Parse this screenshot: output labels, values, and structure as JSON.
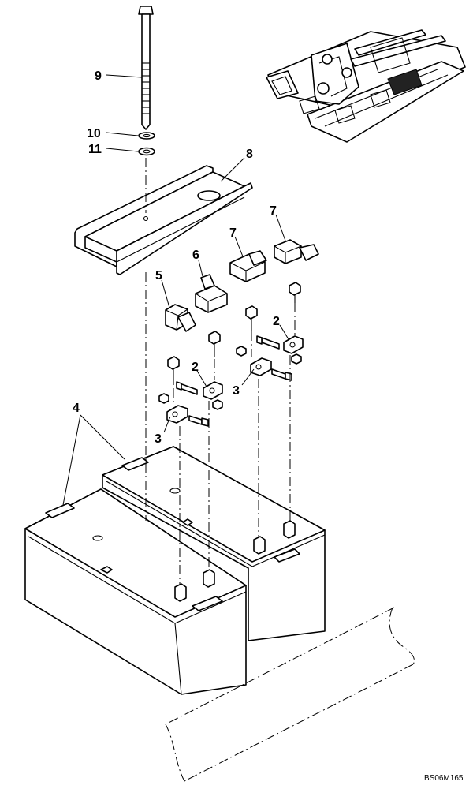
{
  "callouts": {
    "c2a": "2",
    "c2b": "2",
    "c3a": "3",
    "c3b": "3",
    "c4": "4",
    "c5": "5",
    "c6": "6",
    "c7a": "7",
    "c7b": "7",
    "c8": "8",
    "c9": "9",
    "c10": "10",
    "c11": "11"
  },
  "drawing_code": "BS06M165"
}
